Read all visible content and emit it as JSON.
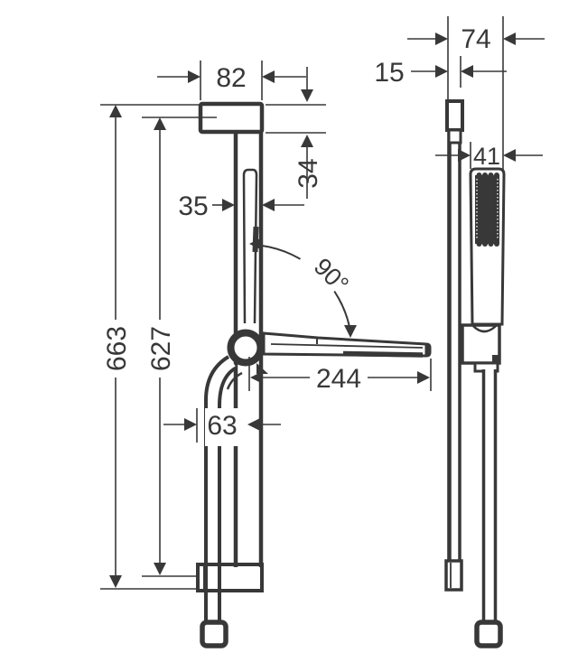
{
  "drawing": {
    "type": "technical-dimension-drawing",
    "colors": {
      "line": "#383838",
      "background": "#ffffff"
    },
    "views": {
      "front": "front-view",
      "side": "side-view"
    },
    "dimensions": {
      "bracket_width": "82",
      "bracket_height": "34",
      "bar_width": "35",
      "total_length": "663",
      "hole_distance": "627",
      "swivel_angle": "90°",
      "reach": "244",
      "hose_offset": "63",
      "depth": "74",
      "wall_clearance": "15",
      "handshower_diameter": "41"
    }
  }
}
